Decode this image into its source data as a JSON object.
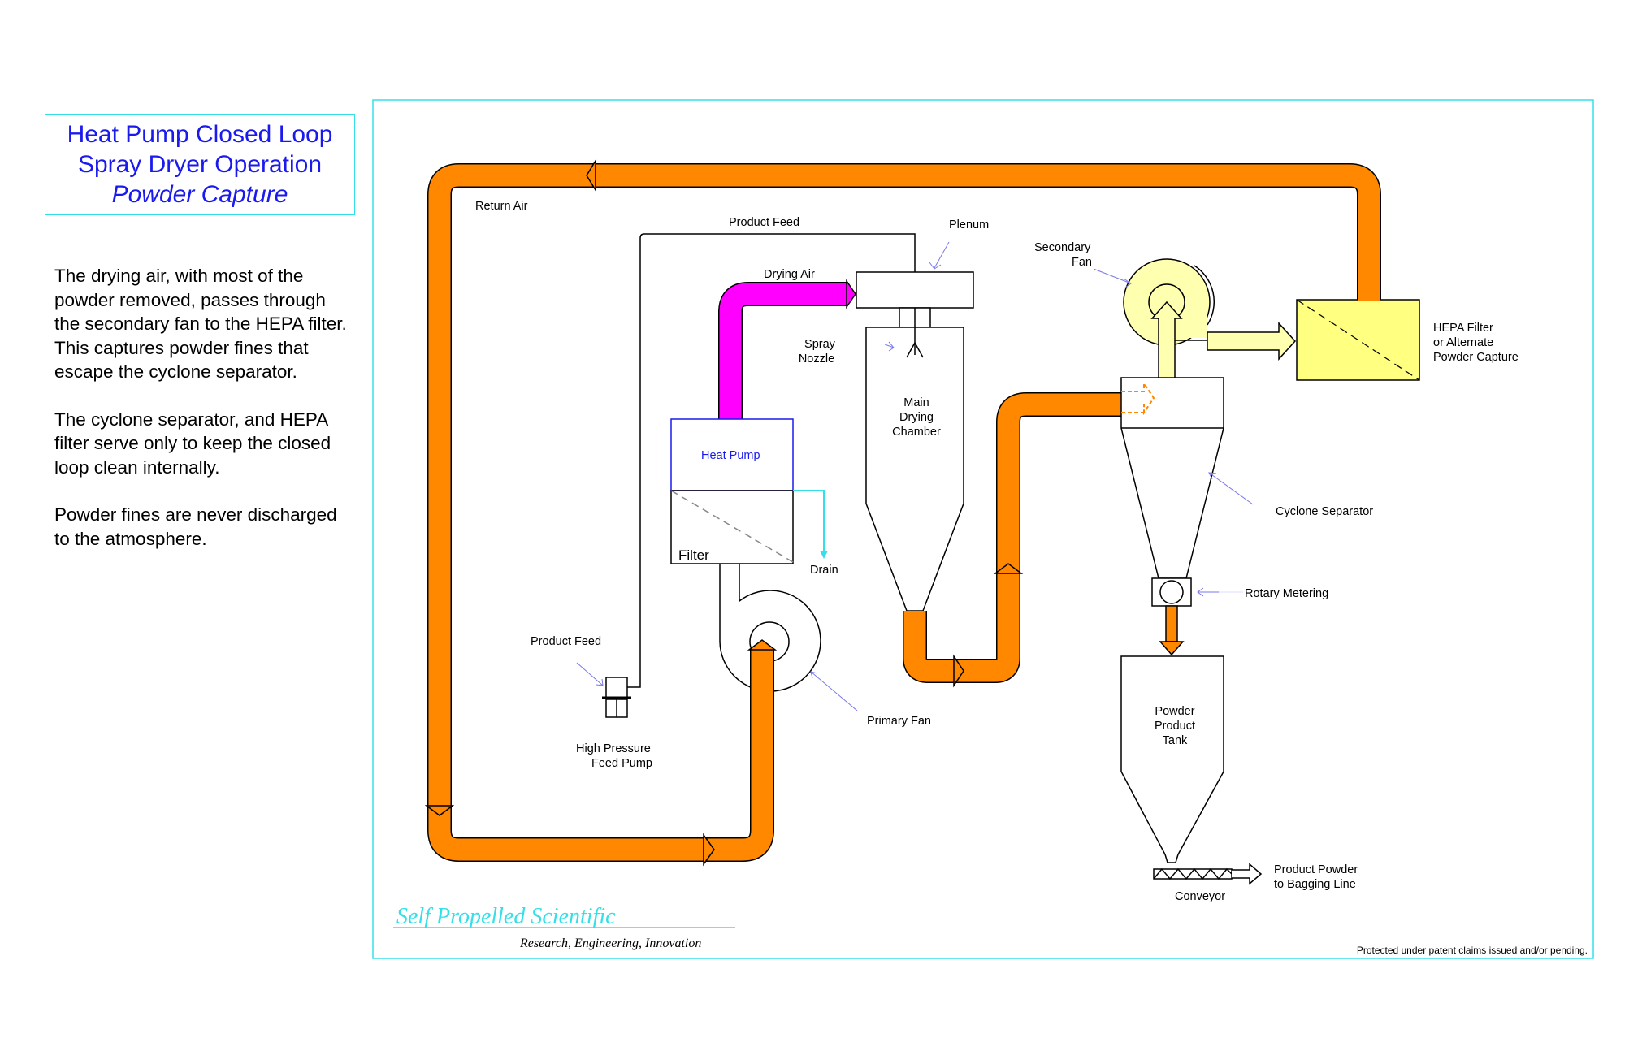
{
  "title": {
    "line1": "Heat Pump Closed Loop",
    "line2": "Spray Dryer Operation",
    "line3": "Powder Capture"
  },
  "description": [
    "The drying air, with most of the powder removed, passes through the secondary fan to the HEPA filter. This captures powder fines that escape the cyclone separator.",
    "The cyclone separator, and HEPA filter serve only to keep the closed loop clean internally.",
    "Powder fines are never discharged to the atmosphere."
  ],
  "labels": {
    "return_air": "Return Air",
    "product_feed_top": "Product Feed",
    "plenum": "Plenum",
    "drying_air": "Drying Air",
    "spray_nozzle_1": "Spray",
    "spray_nozzle_2": "Nozzle",
    "main_chamber_1": "Main",
    "main_chamber_2": "Drying",
    "main_chamber_3": "Chamber",
    "heat_pump": "Heat Pump",
    "filter": "Filter",
    "drain": "Drain",
    "product_feed_pump": "Product Feed",
    "hp_pump_1": "High Pressure",
    "hp_pump_2": "Feed Pump",
    "primary_fan": "Primary Fan",
    "secondary_fan_1": "Secondary",
    "secondary_fan_2": "Fan",
    "hepa_1": "HEPA Filter",
    "hepa_2": "or Alternate",
    "hepa_3": "Powder Capture",
    "cyclone": "Cyclone Separator",
    "rotary": "Rotary Metering",
    "tank_1": "Powder",
    "tank_2": "Product",
    "tank_3": "Tank",
    "conveyor": "Conveyor",
    "product_powder_1": "Product Powder",
    "product_powder_2": "to Bagging Line"
  },
  "footer": {
    "brand": "Self Propelled Scientific",
    "tagline": "Research,  Engineering,  Innovation",
    "patent": "Protected under patent claims issued and/or pending."
  },
  "colors": {
    "frame": "#33e0e8",
    "orange": "#ff8800",
    "magenta": "#ff00ff",
    "pale_yellow": "#ffffb0",
    "hepa_yellow": "#ffff80",
    "title_blue": "#1a1aee",
    "callout": "#7777ee"
  }
}
